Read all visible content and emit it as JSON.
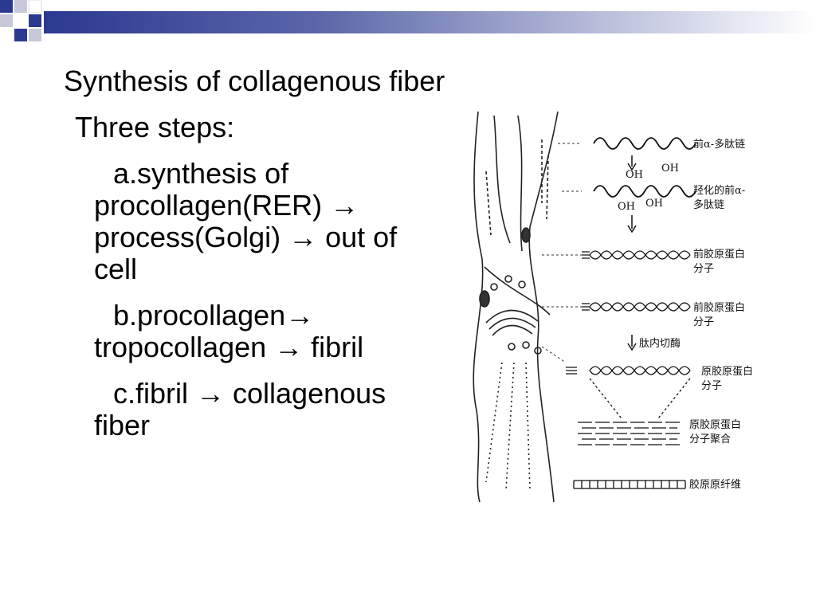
{
  "slide": {
    "title_line": "Synthesis of collagenous fiber",
    "subtitle_line": "Three steps:",
    "steps": [
      "a.synthesis of procollagen(RER) → process(Golgi) → out of cell",
      "b.procollagen→ tropocollagen → fibril",
      "c.fibril → collagenous fiber"
    ]
  },
  "diagram": {
    "labels": [
      "前α-多肽链",
      "羟化的前α-",
      "多肽链",
      "前胶原蛋白",
      "分子",
      "前胶原蛋白",
      "分子",
      "肽内切酶",
      "原胶原蛋白",
      "分子",
      "原胶原蛋白",
      "分子聚合",
      "胶原原纤维"
    ],
    "oh_marks": [
      "OH",
      "OH",
      "OH",
      "OH"
    ]
  },
  "colors": {
    "header_navy": "#2b3990",
    "header_gray": "#b8b8c8",
    "text": "#000000"
  }
}
